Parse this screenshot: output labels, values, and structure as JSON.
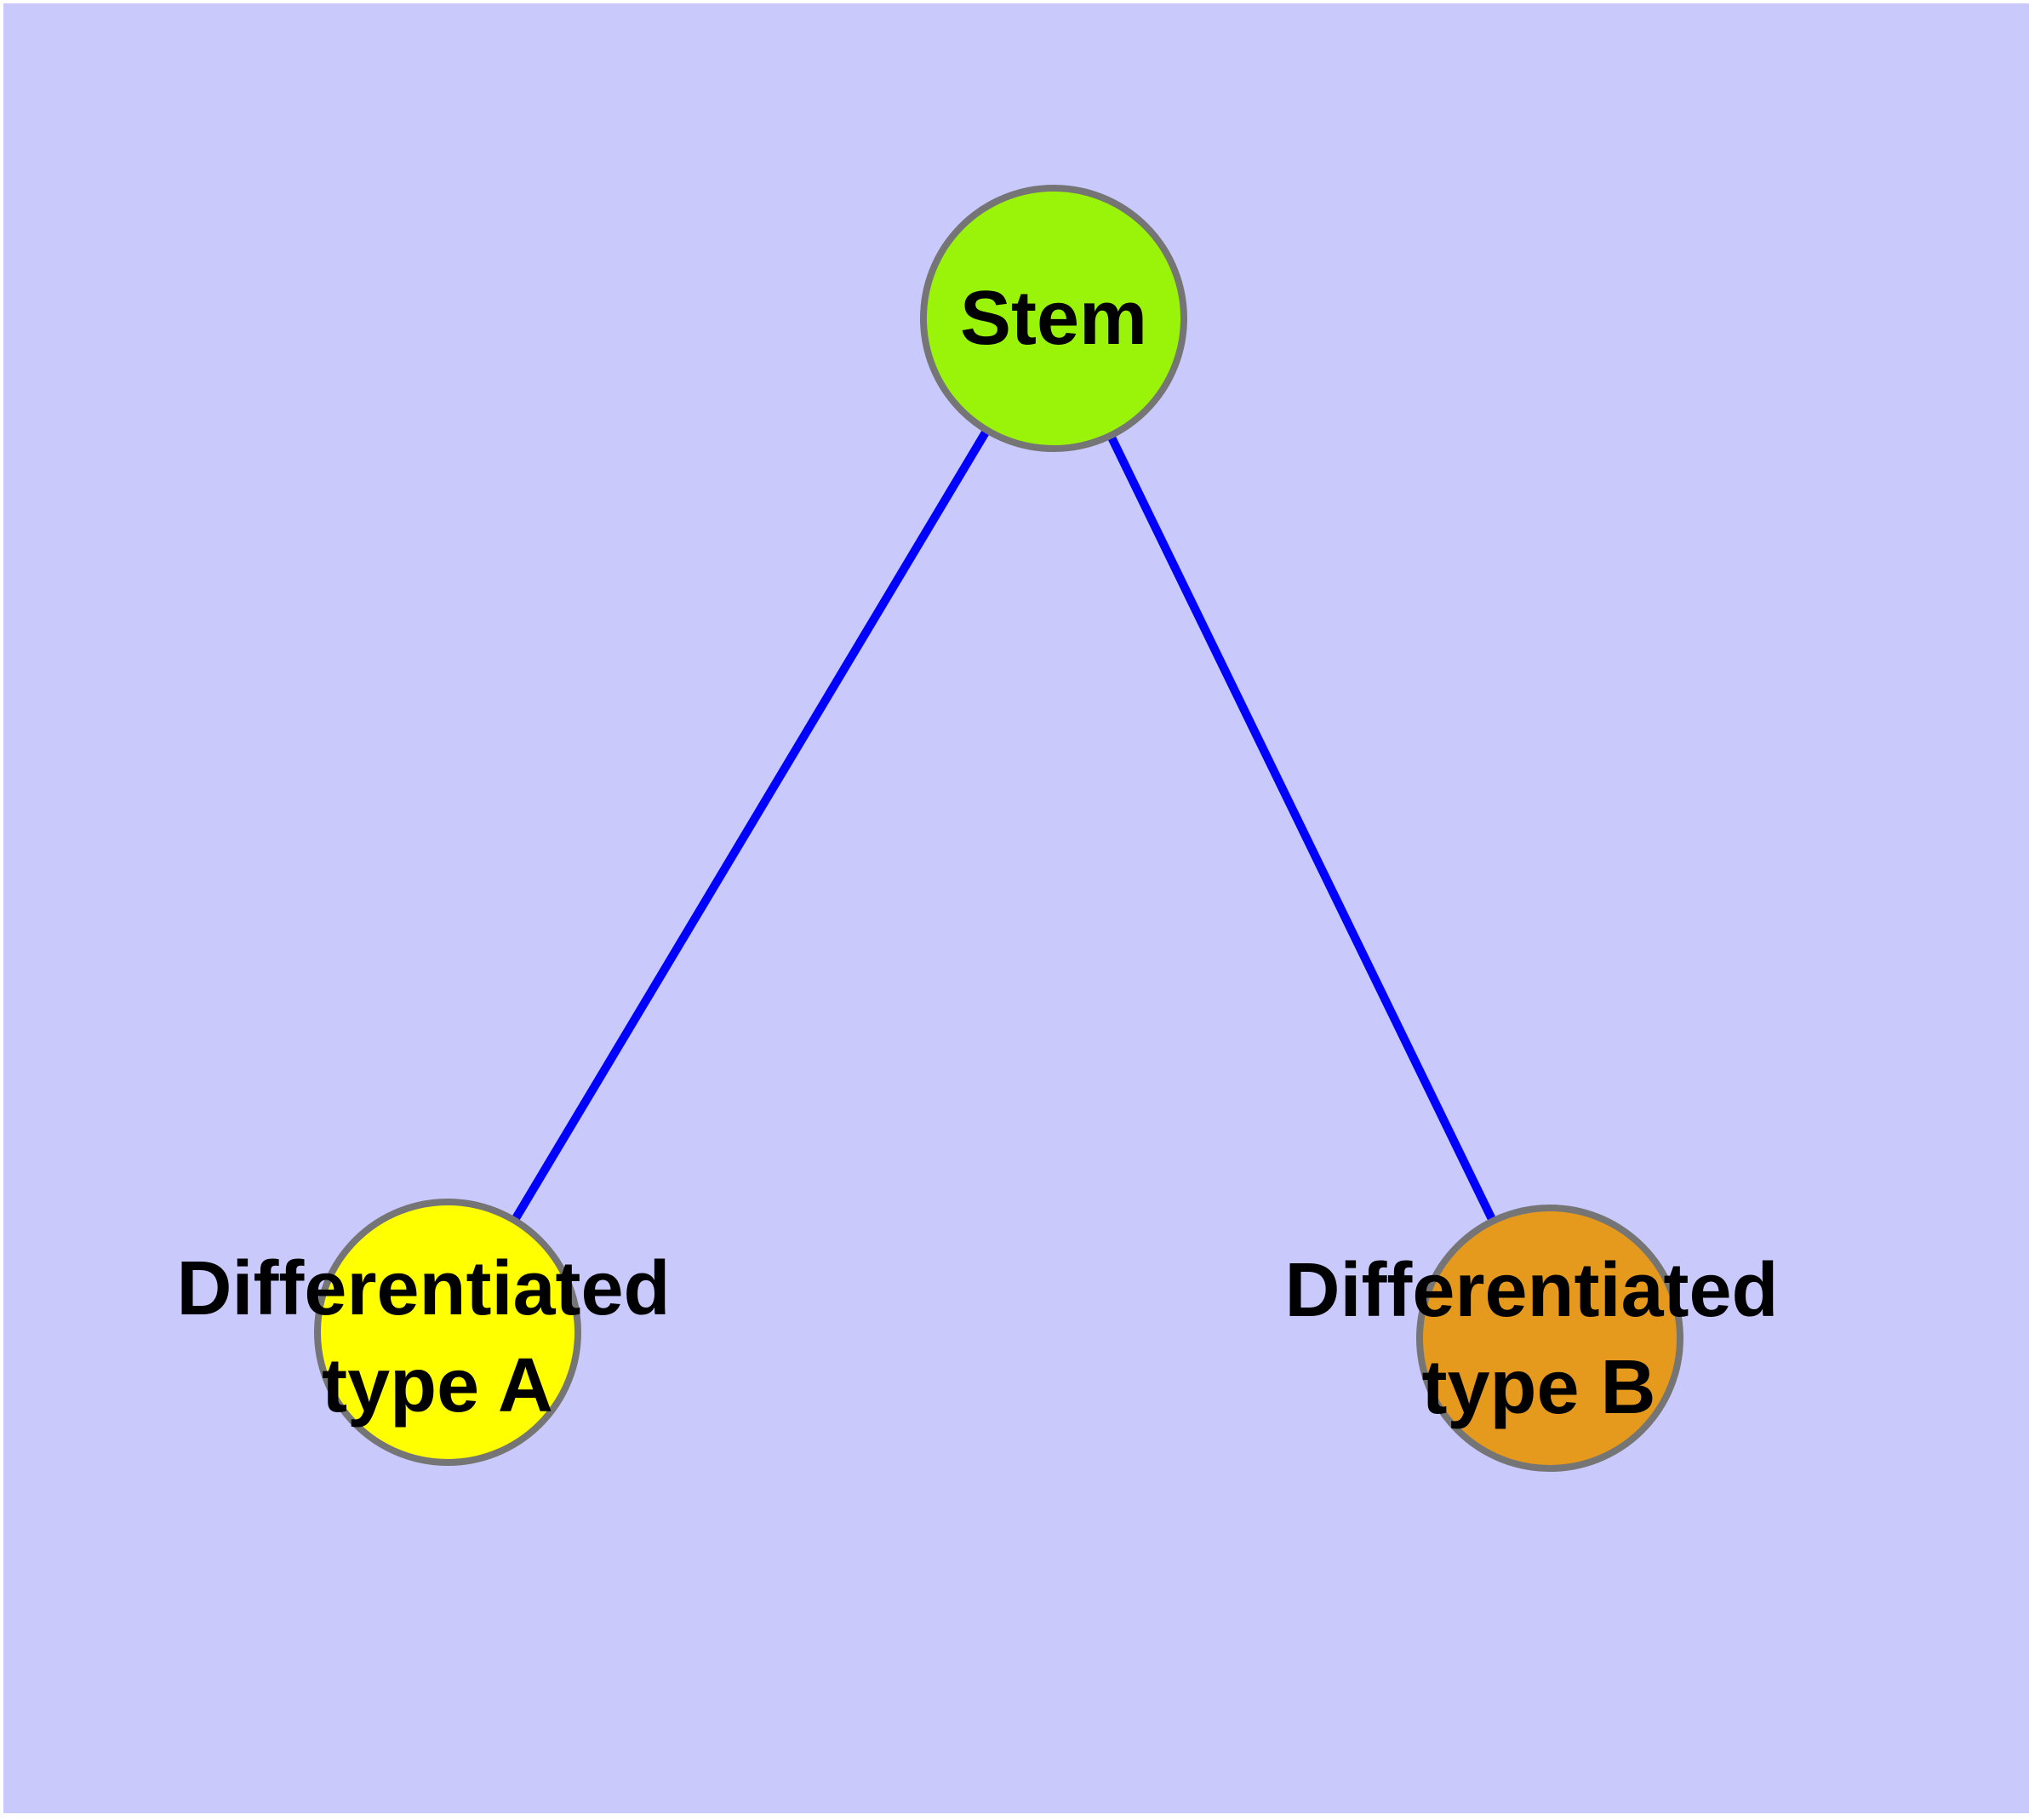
{
  "diagram": {
    "type": "node-link-graph",
    "background_color": "#c9c9fc",
    "page_margin_color": "#ffffff",
    "edge_color": "#0000ff",
    "node_border_color": "#757575",
    "label_color": "#000000",
    "nodes": [
      {
        "id": "stem",
        "label": "Stem",
        "fill": "#9af409",
        "position": "top-center"
      },
      {
        "id": "differentiated-type-a",
        "label_line1": "Differentiated",
        "label_line2": "type A",
        "fill": "#ffff00",
        "position": "bottom-left"
      },
      {
        "id": "differentiated-type-b",
        "label_line1": "Differentiated",
        "label_line2": "type B",
        "fill": "#e59a1e",
        "position": "bottom-right"
      }
    ],
    "edges": [
      {
        "from": "stem",
        "to": "differentiated-type-a"
      },
      {
        "from": "stem",
        "to": "differentiated-type-b"
      }
    ]
  }
}
